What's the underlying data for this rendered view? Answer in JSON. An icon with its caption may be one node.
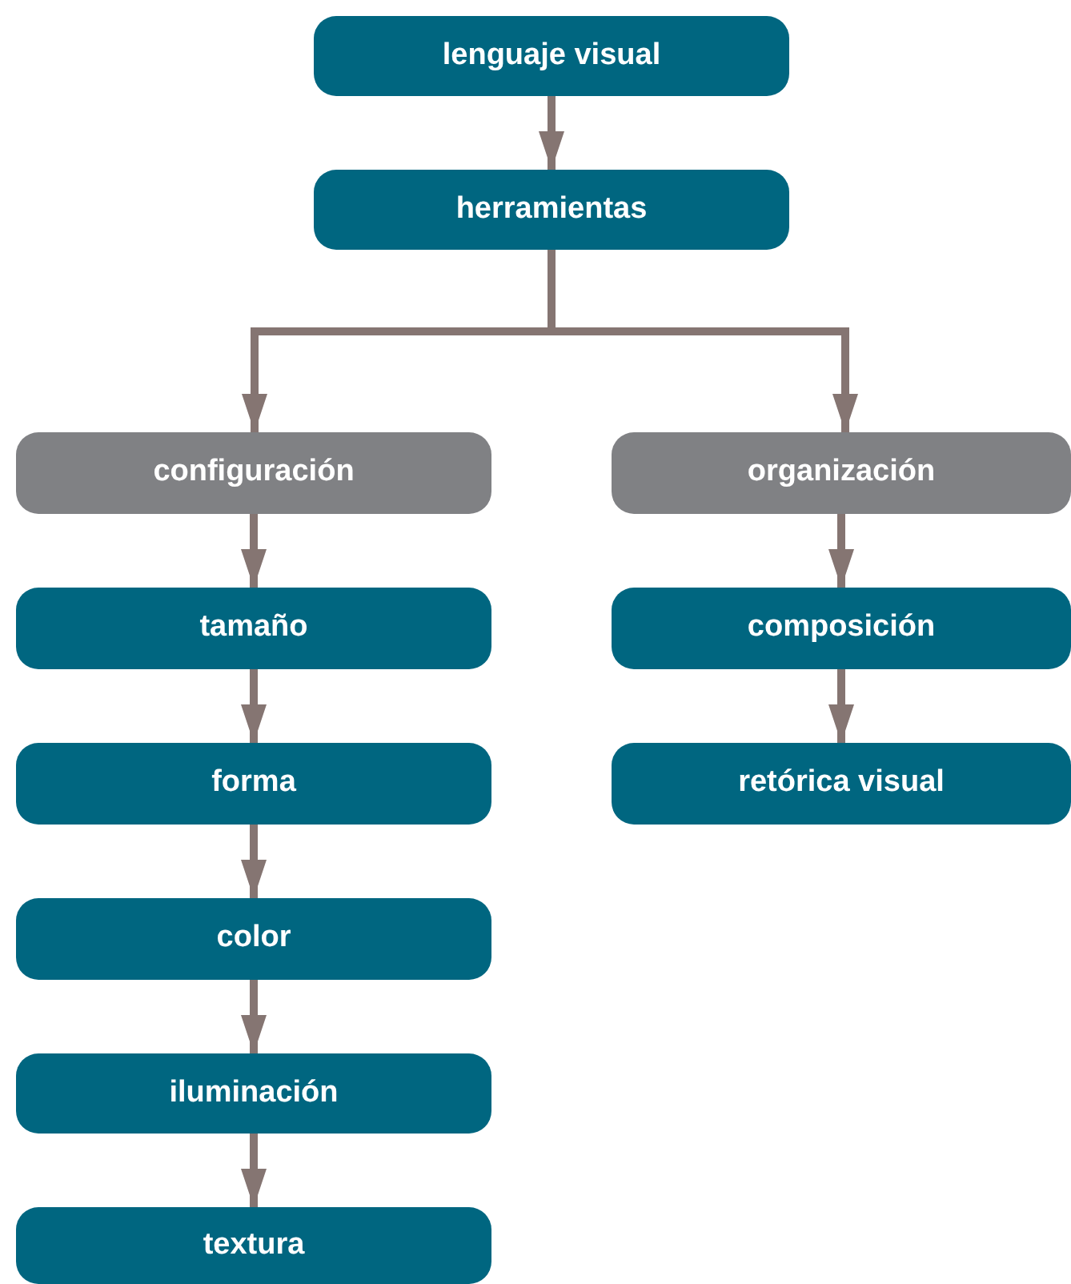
{
  "diagram": {
    "nodes": [
      {
        "text": [
          "lenguaje visual"
        ]
      },
      {
        "text": [
          "herramientas"
        ]
      },
      {
        "text": [
          "configuración"
        ]
      },
      {
        "text": [
          "organización"
        ]
      },
      {
        "text": [
          "tamaño"
        ]
      },
      {
        "text": [
          "forma"
        ]
      },
      {
        "text": [
          "color"
        ]
      },
      {
        "text": [
          "iluminación"
        ]
      },
      {
        "text": [
          "textura"
        ]
      },
      {
        "text": [
          "composición"
        ]
      },
      {
        "text": [
          "retórica visual"
        ]
      }
    ],
    "edges": [
      {
        "from": 0,
        "to": 1,
        "arrow": "to"
      },
      {
        "from": 1,
        "to": 2,
        "arrow": "to"
      },
      {
        "from": 1,
        "to": 3,
        "arrow": "to"
      },
      {
        "from": 2,
        "to": 4,
        "arrow": "to"
      },
      {
        "from": 4,
        "to": 5,
        "arrow": "to"
      },
      {
        "from": 5,
        "to": 6,
        "arrow": "to"
      },
      {
        "from": 6,
        "to": 7,
        "arrow": "to"
      },
      {
        "from": 7,
        "to": 8,
        "arrow": "to"
      },
      {
        "from": 3,
        "to": 9,
        "arrow": "to"
      },
      {
        "from": 9,
        "to": 10,
        "arrow": "to"
      }
    ]
  }
}
